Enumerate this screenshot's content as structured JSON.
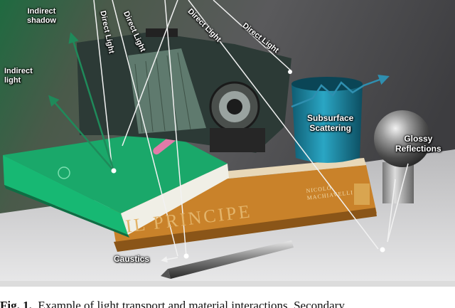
{
  "labels": {
    "indirect_shadow": "Indirect\nshadow",
    "indirect_light": "Indirect\nlight",
    "direct_light": "Direct Light",
    "subsurface": "Subsurface\nScattering",
    "glossy": "Glossy\nReflections",
    "caustics": "Caustics"
  },
  "book_text": {
    "principe": "IL PRINCIPE",
    "author": "NICOLÒ\nMACHIAVELLI"
  },
  "caption": {
    "fig_label": "Fig. 1.",
    "text": "Example of light transport and material interactions. Secondary"
  },
  "colors": {
    "arrow_green": "#1f8a5a",
    "arrow_teal": "#2f8fb0",
    "line_white": "#f2f2f2",
    "book_green": "#1aa86a",
    "book_orange": "#c9822a",
    "cup_teal": "#1b7f9a"
  }
}
